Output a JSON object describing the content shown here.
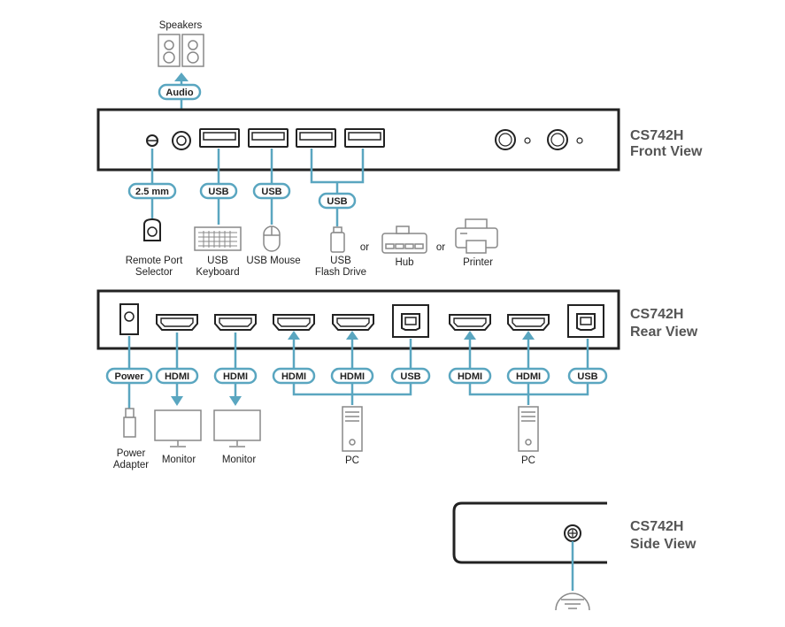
{
  "views": {
    "front": {
      "model": "CS742H",
      "name": "Front View"
    },
    "rear": {
      "model": "CS742H",
      "name": "Rear View"
    },
    "side": {
      "model": "CS742H",
      "name": "Side View"
    }
  },
  "pills": {
    "audio": "Audio",
    "mm25": "2.5 mm",
    "usb": "USB",
    "power": "Power",
    "hdmi": "HDMI"
  },
  "labels": {
    "speakers": "Speakers",
    "remote_1": "Remote Port",
    "remote_2": "Selector",
    "usb_kb_1": "USB",
    "usb_kb_2": "Keyboard",
    "usb_mouse": "USB Mouse",
    "flash_1": "USB",
    "flash_2": "Flash Drive",
    "or": "or",
    "hub": "Hub",
    "printer": "Printer",
    "power_1": "Power",
    "power_2": "Adapter",
    "monitor": "Monitor",
    "pc": "PC"
  },
  "colors": {
    "accent": "#5aa6c0",
    "outline": "#222222",
    "device": "#888888"
  }
}
